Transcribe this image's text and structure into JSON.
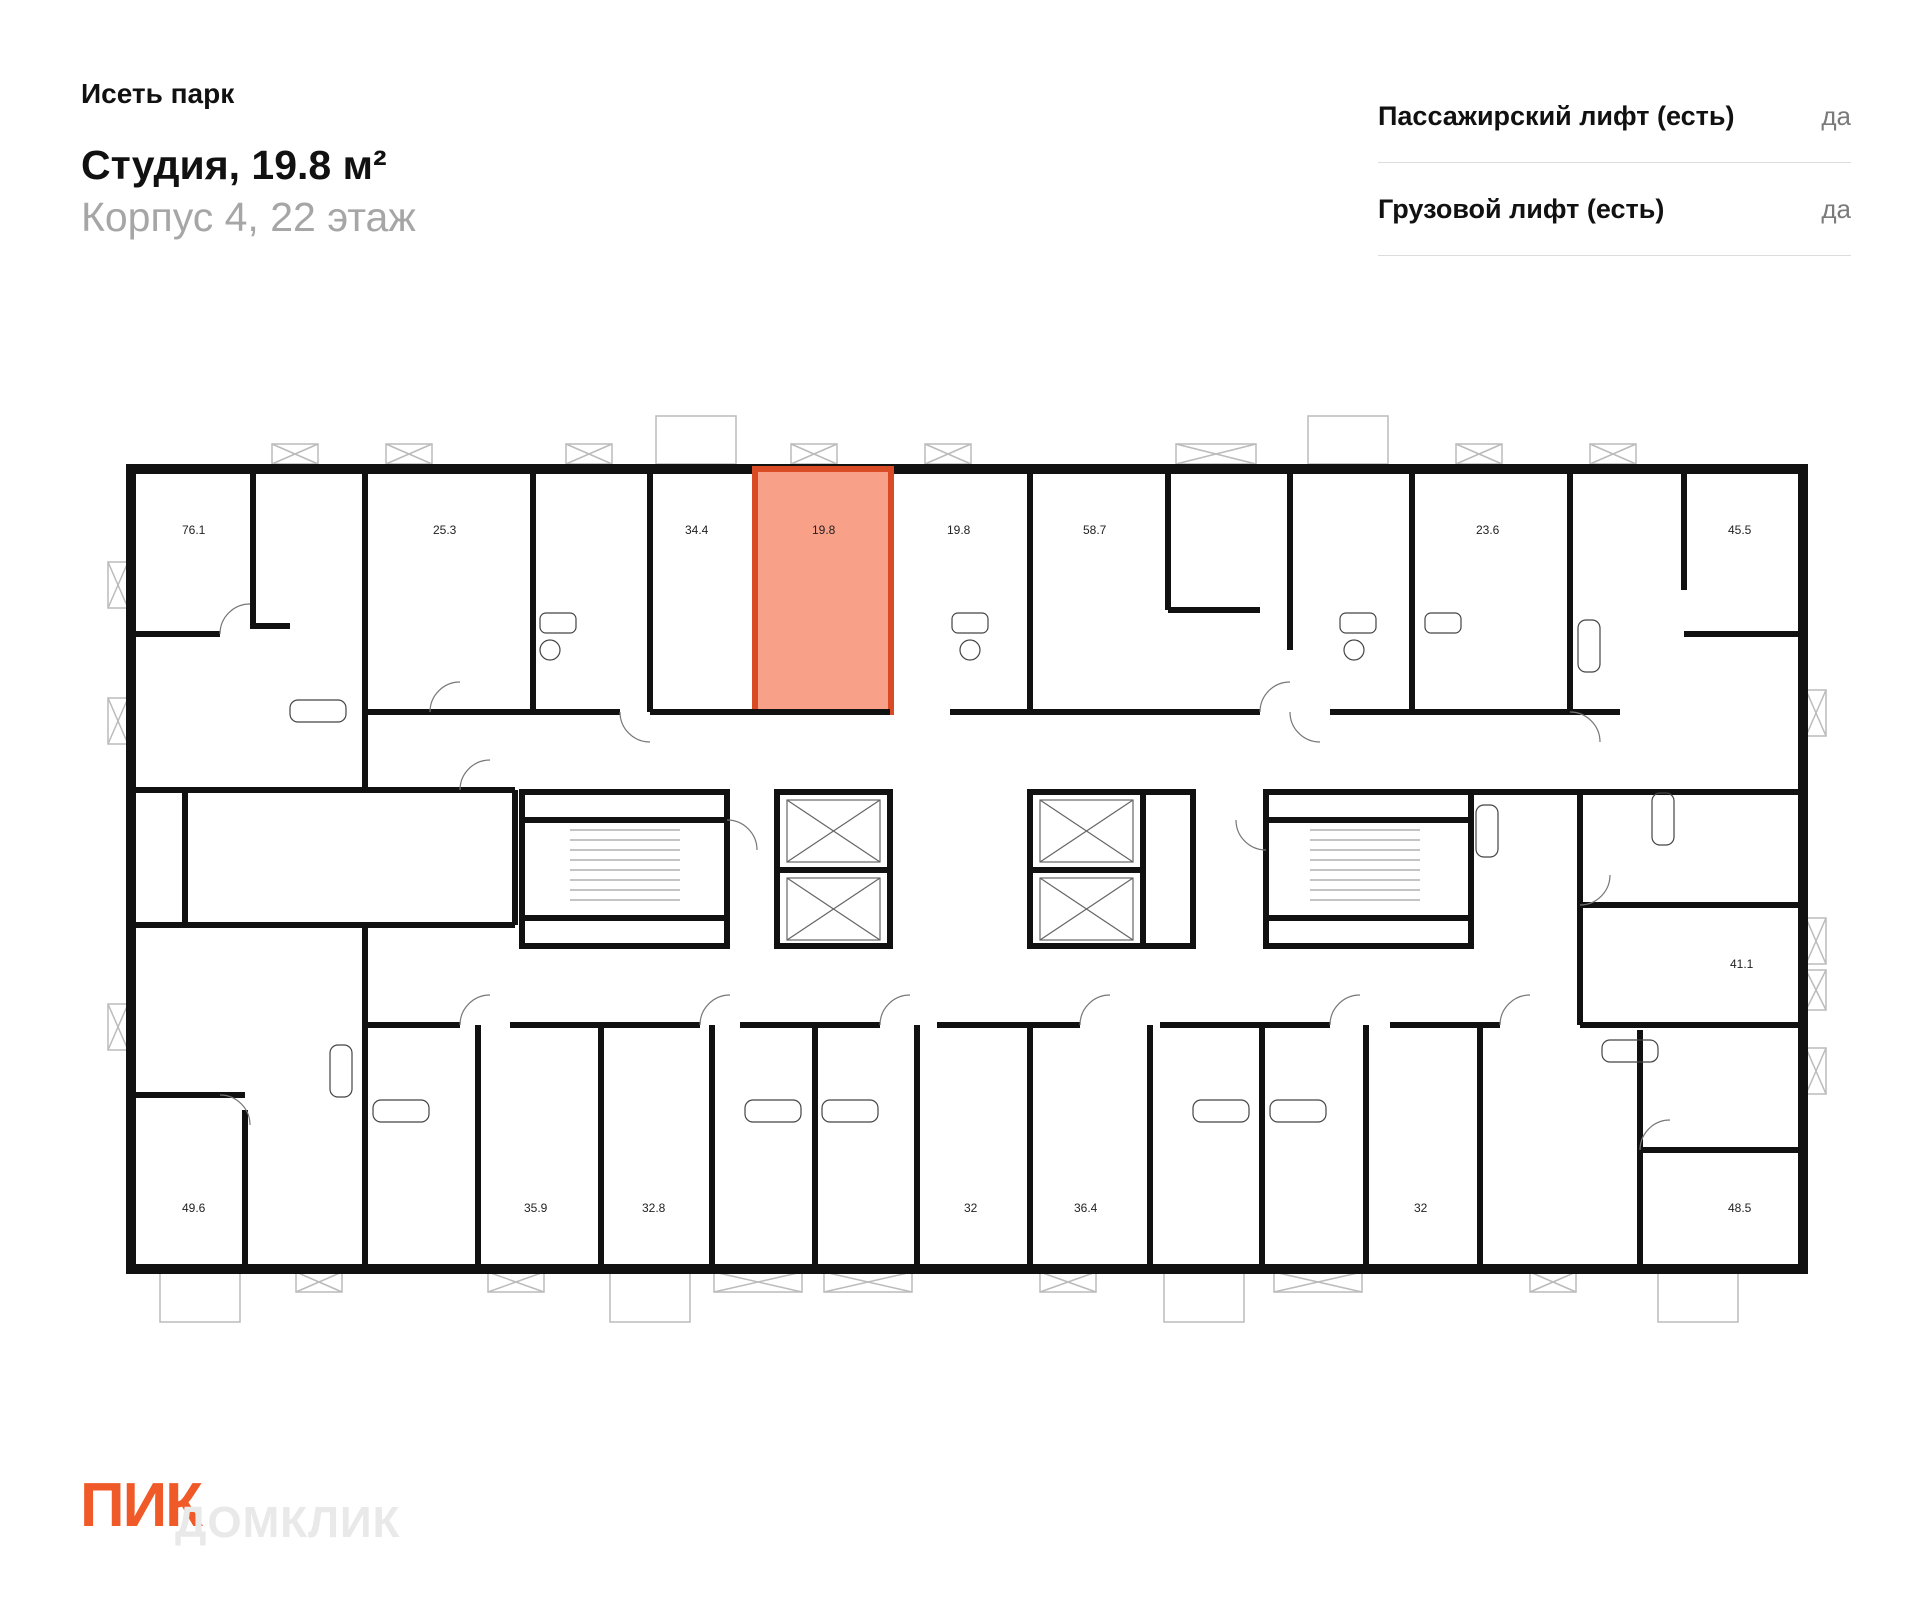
{
  "header": {
    "project": "Исеть парк",
    "title": "Студия, 19.8 м²",
    "subtitle": "Корпус 4, 22 этаж"
  },
  "specs": [
    {
      "label": "Пассажирский лифт (есть)",
      "value": "да"
    },
    {
      "label": "Грузовой лифт (есть)",
      "value": "да"
    }
  ],
  "plan": {
    "highlight_color": "#f9a088",
    "highlight_border": "#d94b25",
    "rooms_top": [
      "76.1",
      "25.3",
      "34.4",
      "19.8",
      "19.8",
      "58.7",
      "23.6",
      "45.5"
    ],
    "rooms_right": [
      "41.1"
    ],
    "rooms_bottom": [
      "49.6",
      "35.9",
      "32.8",
      "32",
      "36.4",
      "32",
      "48.5"
    ]
  },
  "logo": {
    "brand": "ПИК",
    "watermark": "ДОМКЛИК"
  }
}
